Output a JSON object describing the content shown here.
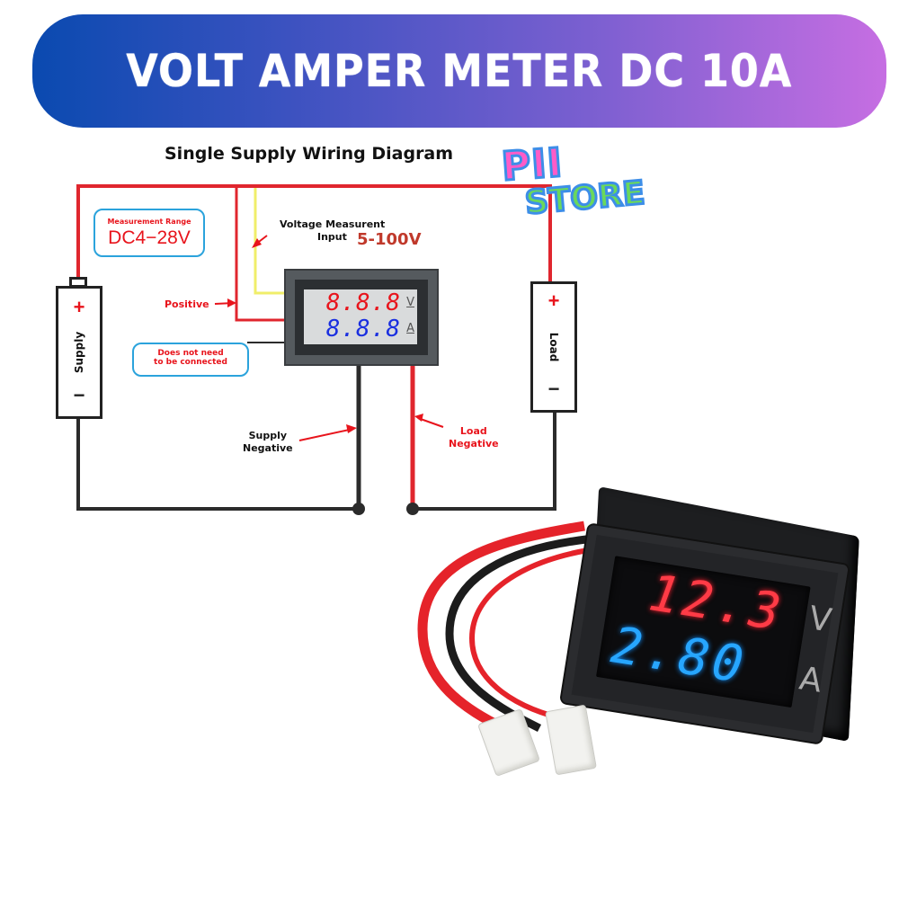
{
  "banner": {
    "title": "VOLT AMPER METER DC 10A",
    "gradient_from": "#0a4ab0",
    "gradient_to": "#c66ee2"
  },
  "store_logo": {
    "line1": "PII",
    "line2": "STORE",
    "colors": {
      "pii": "#ff5cc8",
      "store": "#6ad85c",
      "outline": "#3d8ee8"
    }
  },
  "diagram": {
    "title": "Single Supply Wiring Diagram",
    "measurement_range": {
      "label": "Measurement Range",
      "value": "DC4−28V"
    },
    "voltage_input": {
      "label_line1": "Voltage Measurent",
      "label_line2": "Input",
      "value": "5-100V"
    },
    "positive_label": "Positive",
    "not_connected": {
      "line1": "Does not need",
      "line2": "to be connected"
    },
    "supply_negative": {
      "line1": "Supply",
      "line2": "Negative"
    },
    "load_negative": {
      "line1": "Load",
      "line2": "Negative"
    },
    "supply": {
      "label": "Supply",
      "plus": "+",
      "minus": "−"
    },
    "load": {
      "label": "Load",
      "plus": "+",
      "minus": "−"
    },
    "meter": {
      "voltage_digits": "8.8.8",
      "current_digits": "8.8.8",
      "voltage_unit": "V",
      "current_unit": "A"
    },
    "colors": {
      "positive_wire": "#e0262e",
      "negative_wire": "#2b2b2b",
      "signal_wire": "#f0ee6a"
    }
  },
  "product_photo": {
    "voltage_reading": "12.3",
    "current_reading": "2.80",
    "voltage_unit": "V",
    "current_unit": "A",
    "colors": {
      "voltage_led": "#ff3b46",
      "current_led": "#27a6ff"
    }
  }
}
